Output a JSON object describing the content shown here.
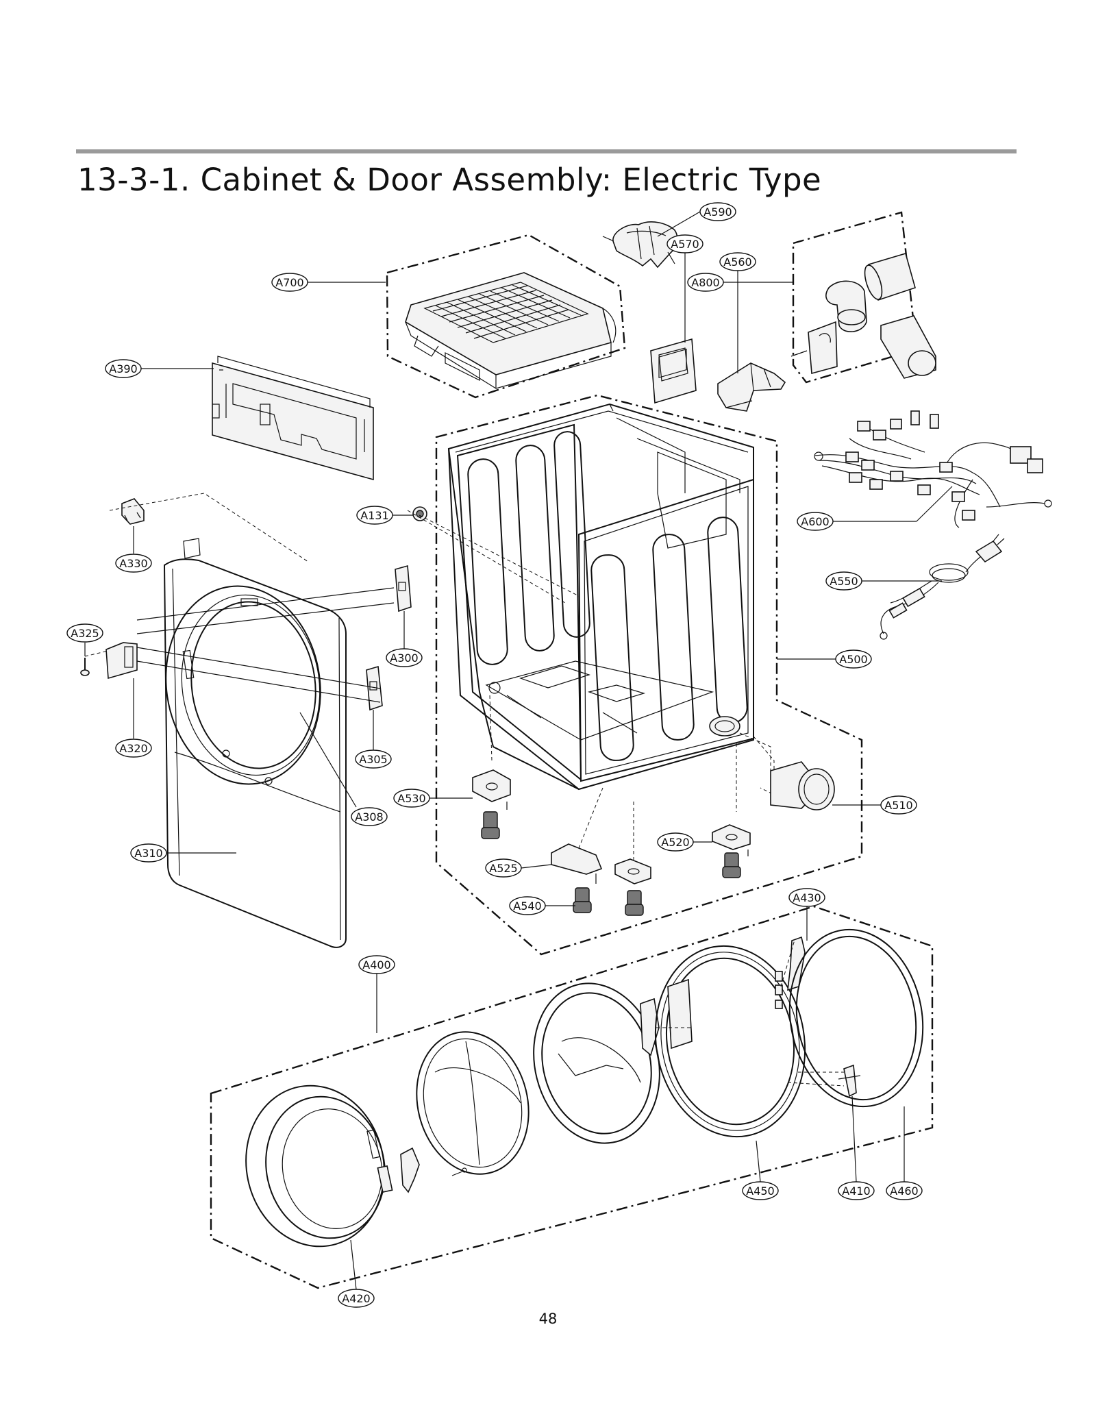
{
  "title": "13-3-1. Cabinet & Door Assembly: Electric Type",
  "page_number": "48",
  "labels": [
    "A590",
    "A700",
    "A800",
    "A570",
    "A560",
    "A390",
    "A131",
    "A600",
    "A330",
    "A550",
    "A325",
    "A300",
    "A500",
    "A305",
    "A320",
    "A308",
    "A530",
    "A510",
    "A520",
    "A310",
    "A525",
    "A540",
    "A430",
    "A400",
    "A450",
    "A410",
    "A460",
    "A420"
  ],
  "colors": {
    "line": "#111111",
    "rule": "#9a9a9a"
  }
}
